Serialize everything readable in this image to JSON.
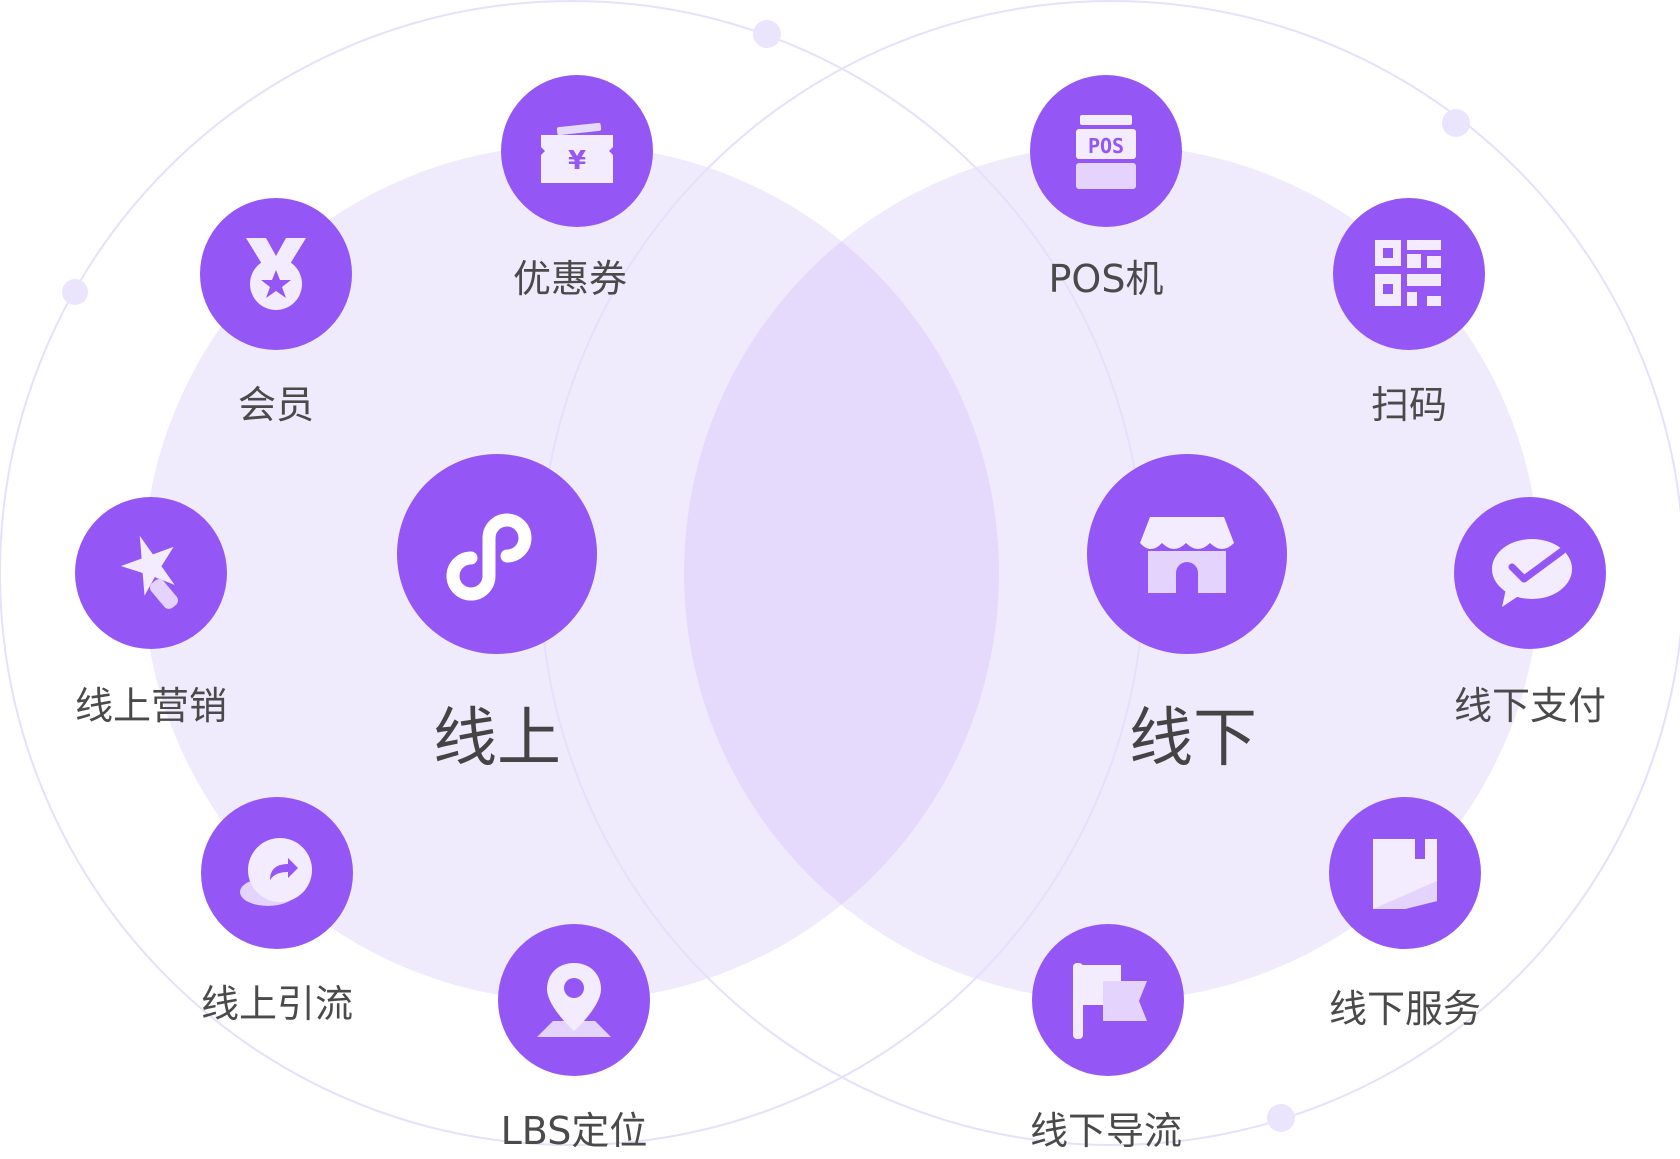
{
  "groups": [
    {
      "title": "线上",
      "icon": "mini-program-icon",
      "items": [
        {
          "label": "优惠券",
          "icon": "coupon-icon"
        },
        {
          "label": "会员",
          "icon": "member-medal-icon"
        },
        {
          "label": "线上营销",
          "icon": "marketing-star-icon"
        },
        {
          "label": "线上引流",
          "icon": "share-traffic-icon"
        },
        {
          "label": "LBS定位",
          "icon": "location-pin-icon"
        }
      ]
    },
    {
      "title": "线下",
      "icon": "store-icon",
      "items": [
        {
          "label": "POS机",
          "icon": "pos-machine-icon"
        },
        {
          "label": "扫码",
          "icon": "qr-code-icon"
        },
        {
          "label": "线下支付",
          "icon": "wechat-pay-icon"
        },
        {
          "label": "线下服务",
          "icon": "service-book-icon"
        },
        {
          "label": "线下导流",
          "icon": "flag-icon"
        }
      ]
    }
  ],
  "colors": {
    "accent": "#9457f6",
    "circle_fill": "#f0eafd",
    "overlap_fill": "#e6dafc",
    "ring": "#e6e0fb",
    "dot": "#ebe4fd",
    "text": "#4a4a4a"
  }
}
